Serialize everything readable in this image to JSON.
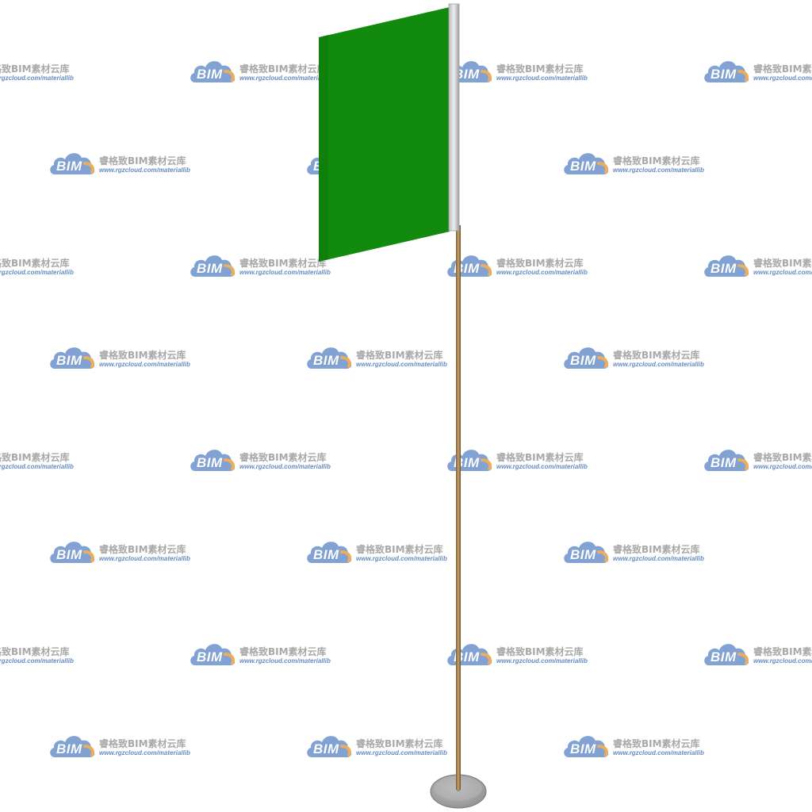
{
  "watermark": {
    "cn_text": "睿格致BIM素材云库",
    "url_text": "www.rgzcloud.com/materiallib",
    "logo_text": "BIM",
    "cloud_color": "#5b86c4",
    "accent_color": "#e8a040"
  },
  "scene": {
    "flag_color": "#128a0e",
    "sleeve_color": "#d8d8d8",
    "pole_color": "#b08850",
    "base_color": "#a8a8a8",
    "background": "#ffffff"
  }
}
